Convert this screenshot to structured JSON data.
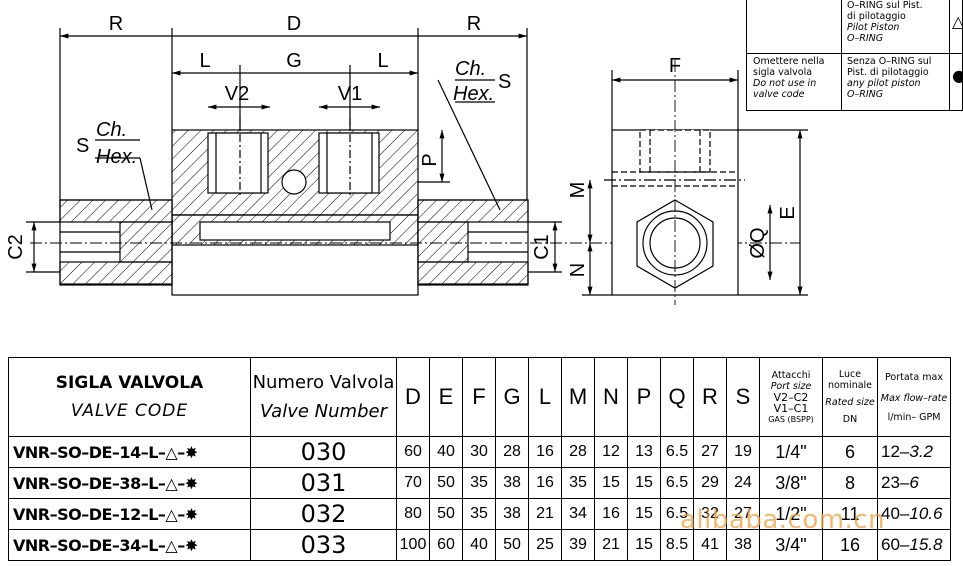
{
  "drawing": {
    "dims": {
      "R_left": "R",
      "D": "D",
      "R_right": "R",
      "L_left": "L",
      "G": "G",
      "L_right": "L",
      "V2": "V2",
      "V1": "V1",
      "P": "P",
      "C2": "C2",
      "C1": "C1",
      "F": "F",
      "M": "M",
      "N": "N",
      "E": "E",
      "Q": "ØQ",
      "S": "S",
      "Ch": "Ch.",
      "Hex": "Hex."
    }
  },
  "notes": {
    "row1_right_line1": "O–RING sul Pist.",
    "row1_right_line2": "di pilotaggio",
    "row1_right_line3": "Pilot Piston",
    "row1_right_line4": "O–RING",
    "row2_left_line1": "Omettere nella",
    "row2_left_line2": "sigla valvola",
    "row2_left_line3": "Do not use in",
    "row2_left_line4": "valve code",
    "row2_right_line1": "Senza O–RING sul",
    "row2_right_line2": "Pist. di pilotaggio",
    "row2_right_line3": "any pilot piston",
    "row2_right_line4": "O–RING",
    "symbol_top": "△",
    "symbol_bottom": "●"
  },
  "table": {
    "header": {
      "code_it": "SIGLA VALVOLA",
      "code_en": "VALVE CODE",
      "num_it": "Numero Valvola",
      "num_en": "Valve Number",
      "letters": [
        "D",
        "E",
        "F",
        "G",
        "L",
        "M",
        "N",
        "P",
        "Q",
        "R",
        "S"
      ],
      "port_it": "Attacchi",
      "port_en": "Port size",
      "port_v2c2": "V2–C2",
      "port_v1c1": "V1–C1",
      "port_gas": "GAS (BSPP)",
      "dn_it": "Luce",
      "dn_it2": "nominale",
      "dn_en": "Rated size",
      "dn_unit": "DN",
      "flow_it": "Portata max",
      "flow_en": "Max flow–rate",
      "flow_unit": "l/min– GPM"
    },
    "rows": [
      {
        "code": "VNR–SO–DE–14–L–△–✸",
        "num": "030",
        "vals": [
          "60",
          "40",
          "30",
          "28",
          "16",
          "28",
          "12",
          "13",
          "6.5",
          "27",
          "19"
        ],
        "port": "1/4\"",
        "dn": "6",
        "flow_l": "12–",
        "flow_g": "3.2"
      },
      {
        "code": "VNR–SO–DE–38–L–△–✸",
        "num": "031",
        "vals": [
          "70",
          "50",
          "35",
          "38",
          "16",
          "35",
          "15",
          "15",
          "6.5",
          "29",
          "24"
        ],
        "port": "3/8\"",
        "dn": "8",
        "flow_l": "23–",
        "flow_g": "6"
      },
      {
        "code": "VNR–SO–DE–12–L–△–✸",
        "num": "032",
        "vals": [
          "80",
          "50",
          "35",
          "38",
          "21",
          "34",
          "16",
          "15",
          "6.5",
          "32",
          "27"
        ],
        "port": "1/2\"",
        "dn": "11",
        "flow_l": "40–",
        "flow_g": "10.6"
      },
      {
        "code": "VNR–SO–DE–34–L–△–✸",
        "num": "033",
        "vals": [
          "100",
          "60",
          "40",
          "50",
          "25",
          "39",
          "21",
          "15",
          "8.5",
          "41",
          "38"
        ],
        "port": "3/4\"",
        "dn": "16",
        "flow_l": "60–",
        "flow_g": "15.8"
      }
    ]
  },
  "watermark": "alibaba.com.cn"
}
